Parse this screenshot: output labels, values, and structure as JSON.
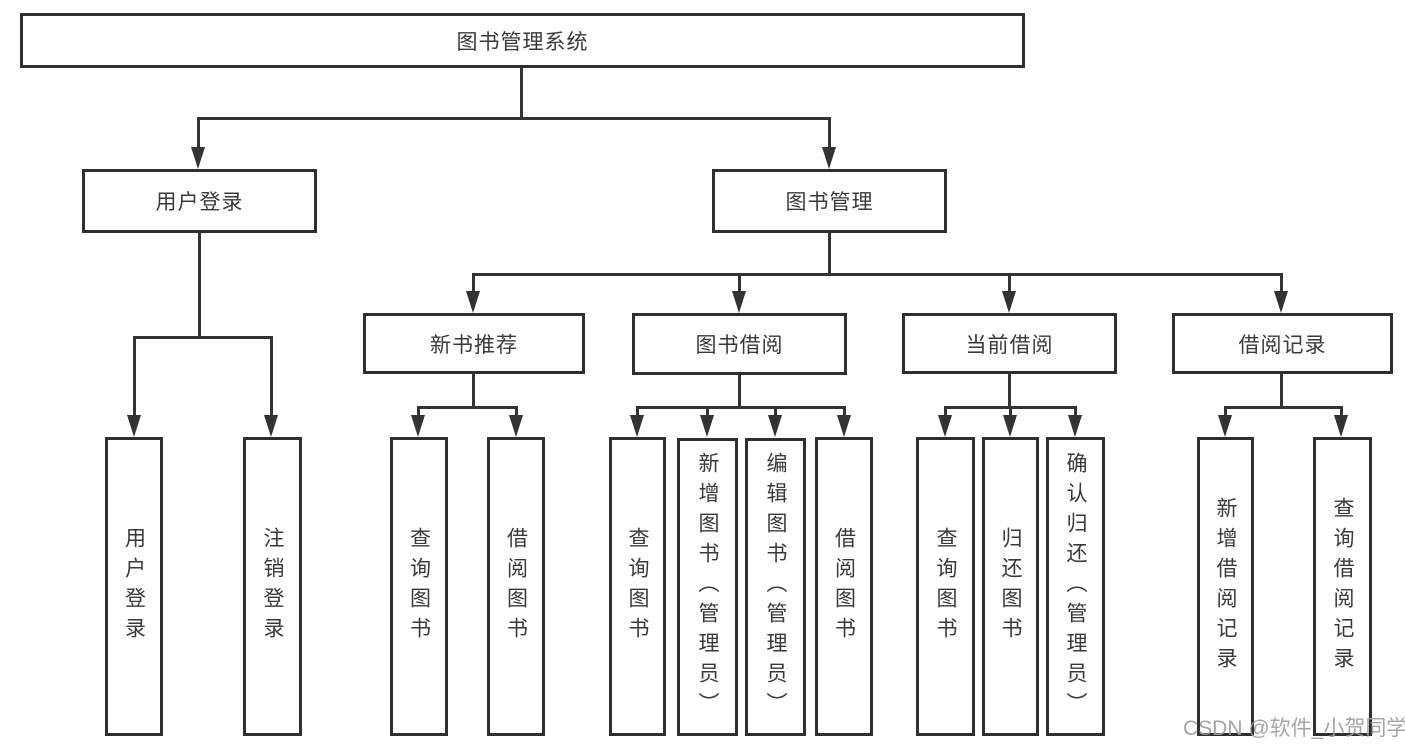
{
  "diagram": {
    "nodes": {
      "root": "图书管理系统",
      "user_login": "用户登录",
      "book_management": "图书管理",
      "new_book_recommend": "新书推荐",
      "book_borrow": "图书借阅",
      "current_borrow": "当前借阅",
      "borrow_records": "借阅记录",
      "leaf_user_login": "用户登录",
      "leaf_logout_login": "注销登录",
      "leaf_query_books_1": "查询图书",
      "leaf_borrow_books_1": "借阅图书",
      "leaf_query_books_2": "查询图书",
      "leaf_add_books_admin": "新增图书（管理员）",
      "leaf_edit_books_admin": "编辑图书（管理员）",
      "leaf_borrow_books_2": "借阅图书",
      "leaf_query_books_3": "查询图书",
      "leaf_return_books": "归还图书",
      "leaf_confirm_return_admin": "确认归还（管理员）",
      "leaf_add_borrow_record": "新增借阅记录",
      "leaf_query_borrow_record": "查询借阅记录"
    },
    "watermark": "CSDN @软件_小贺同学",
    "colors": {
      "line": "#333333",
      "text": "#3a3a3a",
      "background": "#ffffff",
      "watermark": "#9e9e9e"
    }
  }
}
